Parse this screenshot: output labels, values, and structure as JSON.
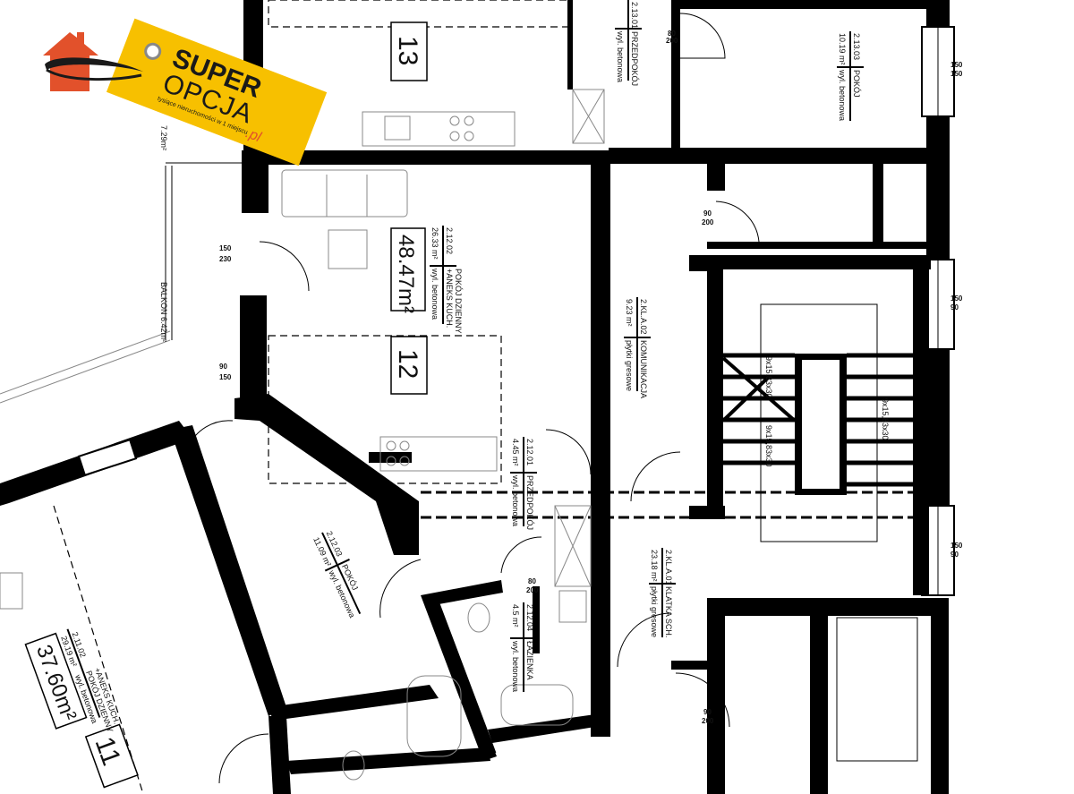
{
  "logo": {
    "line1": "SUPER",
    "line2": "OPCJA",
    "suffix": ".pl",
    "tagline": "tysiące nieruchomości w 1 miejscu",
    "colors": {
      "tag": "#f7c000",
      "house": "#e2512b",
      "text": "#1a1a1a",
      "suffix": "#e2512b"
    }
  },
  "units": [
    {
      "number": "13"
    },
    {
      "number": "12",
      "area": "48.47m²"
    },
    {
      "number": "11",
      "area": "37.60m²"
    }
  ],
  "rooms": [
    {
      "code": "2.12.02",
      "area": "26.33",
      "unit": "m²",
      "name": "POKÓJ DZIENNY",
      "name2": "+ANEKS KUCH.",
      "floor": "wyl. betonowa"
    },
    {
      "code": "2.KL.A.02",
      "area": "9.23",
      "unit": "m²",
      "name": "KOMUNIKACJA",
      "floor": "płytki gresowe"
    },
    {
      "code": "2.12.01",
      "area": "4.45",
      "unit": "m²",
      "name": "PRZEDPOKÓJ",
      "floor": "wyl. betonowa"
    },
    {
      "code": "2.KL.A.01",
      "area": "23.18",
      "unit": "m²",
      "name": "KLATKA SCH.",
      "floor": "płytki gresowe"
    },
    {
      "code": "2.12.04",
      "area": "4.5",
      "unit": "m²",
      "name": "ŁAZIENKA",
      "floor": "wyl. betonowa"
    },
    {
      "code": "2.12.03",
      "area": "11.09",
      "unit": "m²",
      "name": "POKÓJ",
      "floor": "wyl. betonowa"
    },
    {
      "code": "2.11.02",
      "area": "29.19",
      "unit": "m²",
      "name": "POKÓJ DZIENNY",
      "name2": "+ANEKS KUCH.",
      "floor": "wyl. betonowa"
    },
    {
      "code": "2.13.03",
      "area": "10.19",
      "unit": "m²",
      "name": "POKÓJ",
      "floor": "wyl. betonowa"
    },
    {
      "code": "2.13.01",
      "name": "PRZEDPOKÓJ",
      "floor": "wyl. betonowa"
    }
  ],
  "balcony": {
    "label": "BALKON 6.42m²",
    "label2": "7.29m²"
  },
  "stairs": {
    "run": "9x15,83x30"
  },
  "openings": {
    "door_90": "90",
    "door_80": "80",
    "door_h": "200",
    "win_150": "150",
    "win_230": "230",
    "win_90": "90"
  }
}
